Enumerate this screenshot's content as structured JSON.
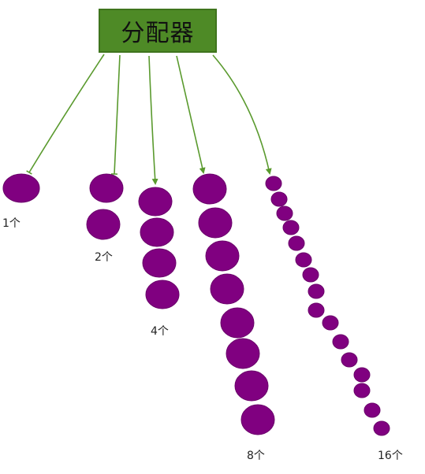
{
  "title": "分配器",
  "colors": {
    "box_fill": "#4e8a26",
    "box_border": "#3f741d",
    "arrow": "#5a9a2e",
    "circle_fill": "#800080",
    "circle_stroke": "#6a006a",
    "text": "#222222"
  },
  "groups": [
    {
      "count": 1,
      "label": "1个"
    },
    {
      "count": 2,
      "label": "2个"
    },
    {
      "count": 4,
      "label": "4个"
    },
    {
      "count": 8,
      "label": "8个"
    },
    {
      "count": 16,
      "label": "16个"
    }
  ]
}
